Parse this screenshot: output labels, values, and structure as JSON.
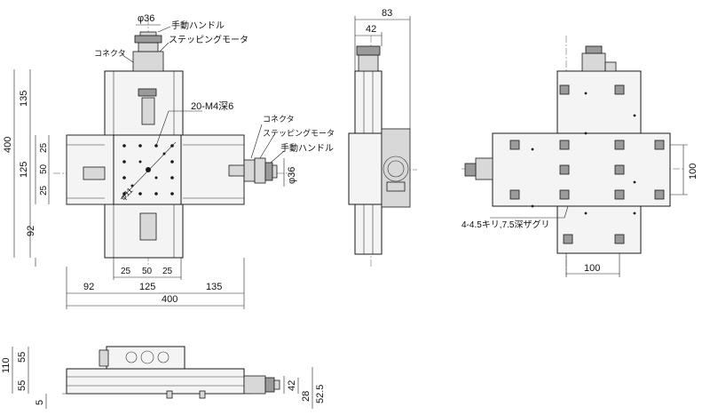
{
  "views": {
    "top": {
      "dims": {
        "phi36_top": "φ36",
        "d135_left": "135",
        "d400_left": "400",
        "d125_left": "125",
        "d25_left_a": "25",
        "d50_left": "50",
        "d25_left_b": "25",
        "d92_left": "92",
        "d25_bot_a": "25",
        "d50_bot": "50",
        "d25_bot_b": "25",
        "d92_bot": "92",
        "d125_bot": "125",
        "d135_bot": "135",
        "d400_bot": "400",
        "phi36_right": "φ36"
      },
      "labels": {
        "hand_top": "手動ハンドル",
        "motor_top": "ステッピングモータ",
        "connector_top": "コネクタ",
        "tapped": "20-M4深6",
        "connector_right": "コネクタ",
        "motor_right": "ステッピングモータ",
        "hand_right": "手動ハンドル",
        "phi11": "φ11"
      }
    },
    "side": {
      "dims": {
        "d83": "83",
        "d42": "42"
      }
    },
    "bottom": {
      "dims": {
        "d100_right": "100",
        "d100_bot": "100"
      },
      "labels": {
        "holes": "4-4.5キリ,7.5深ザグリ"
      }
    },
    "front": {
      "dims": {
        "d110": "110",
        "d55_a": "55",
        "d55_b": "55",
        "d5": "5",
        "d42": "42",
        "d28": "28",
        "d52_5": "52.5"
      }
    }
  }
}
